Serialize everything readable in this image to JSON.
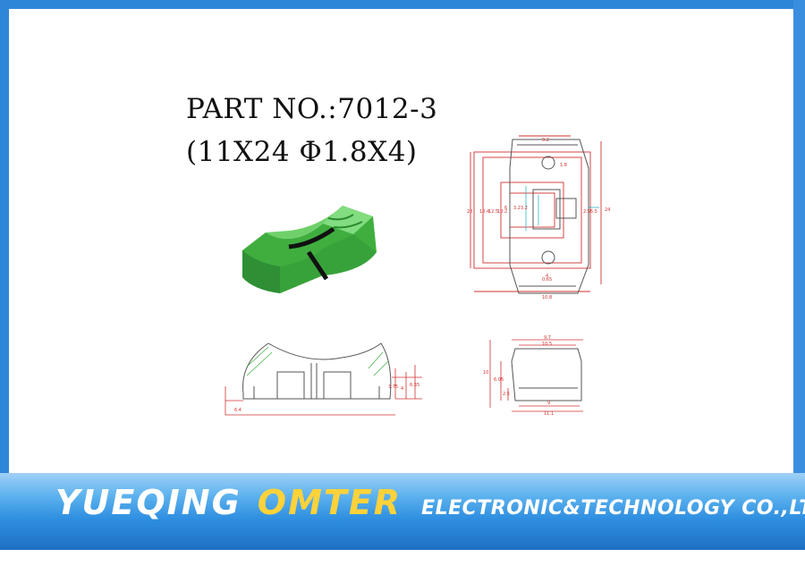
{
  "title": {
    "part_no": "PART NO.:7012-3",
    "spec": "(11X24 Φ1.8X4)"
  },
  "banner": {
    "name1": "YUEQING",
    "name2": "OMTER",
    "name3": "ELECTRONIC&TECHNOLOGY CO.,LTD."
  },
  "colors": {
    "background": "#2f86d8",
    "sheet": "#ffffff",
    "knob_green": "#3fae3f",
    "drawing_red": "#d23030",
    "drawing_cyan": "#2bb6c9",
    "banner_yellow": "#ffd23a"
  },
  "drawing_labels": {
    "top_view": [
      "9.2",
      "1.8",
      "10.8",
      "4",
      "24",
      "20",
      "10.4",
      "12.5",
      "10.2",
      "6",
      "3.2",
      "3.2",
      "5.5",
      "2.5",
      "0.65"
    ],
    "front_view": [
      "6.4",
      "3.75",
      "4",
      "6.35"
    ],
    "side_view": [
      "9.7",
      "10.5",
      "10",
      "6.05",
      "2.5",
      "9",
      "11.1"
    ]
  }
}
